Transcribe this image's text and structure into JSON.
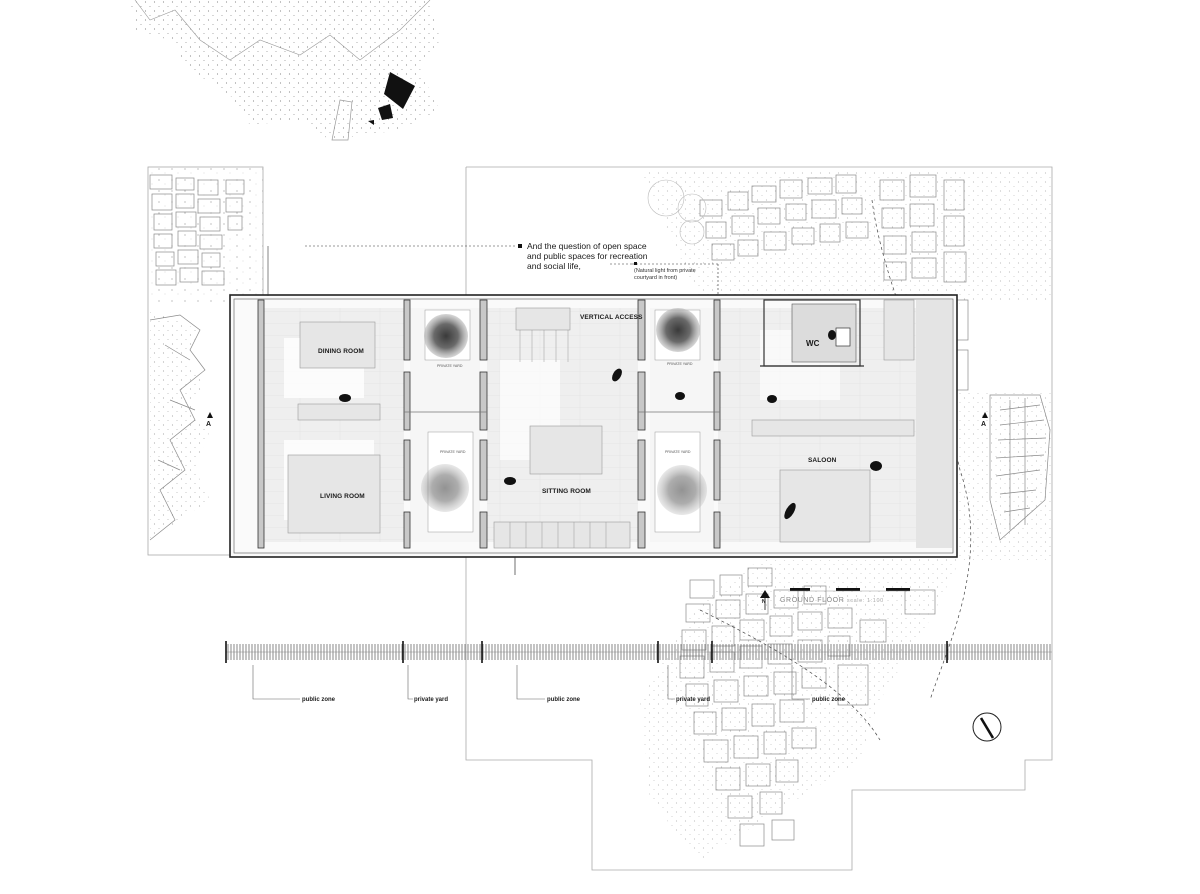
{
  "annotation": {
    "main": "And the question of open space and public spaces for recreation and social life,",
    "light": "(Natural light from private courtyard in front)"
  },
  "rooms": {
    "dining": "DINING ROOM",
    "living": "LIVING ROOM",
    "sitting": "SITTING ROOM",
    "vertical": "VERTICAL ACCESS",
    "wc": "WC",
    "saloon": "SALOON"
  },
  "yards": {
    "yard1": "PRIVATE YARD",
    "yard2": "PRIVATE YARD",
    "yard3": "PRIVATE YARD",
    "yard4": "PRIVATE YARD"
  },
  "section_marks": {
    "left": "A",
    "right": "A",
    "north": "N"
  },
  "floor_label": {
    "title": "GROUND FLOOR",
    "scale": "scale: 1:100"
  },
  "zones": [
    "public zone",
    "private yard",
    "public zone",
    "private yard",
    "public zone"
  ],
  "colors": {
    "ink": "#111111",
    "wall": "#3a3a3a",
    "floor": "#ececec",
    "yard": "#f3f3f3",
    "map": "#9a9a9a"
  }
}
